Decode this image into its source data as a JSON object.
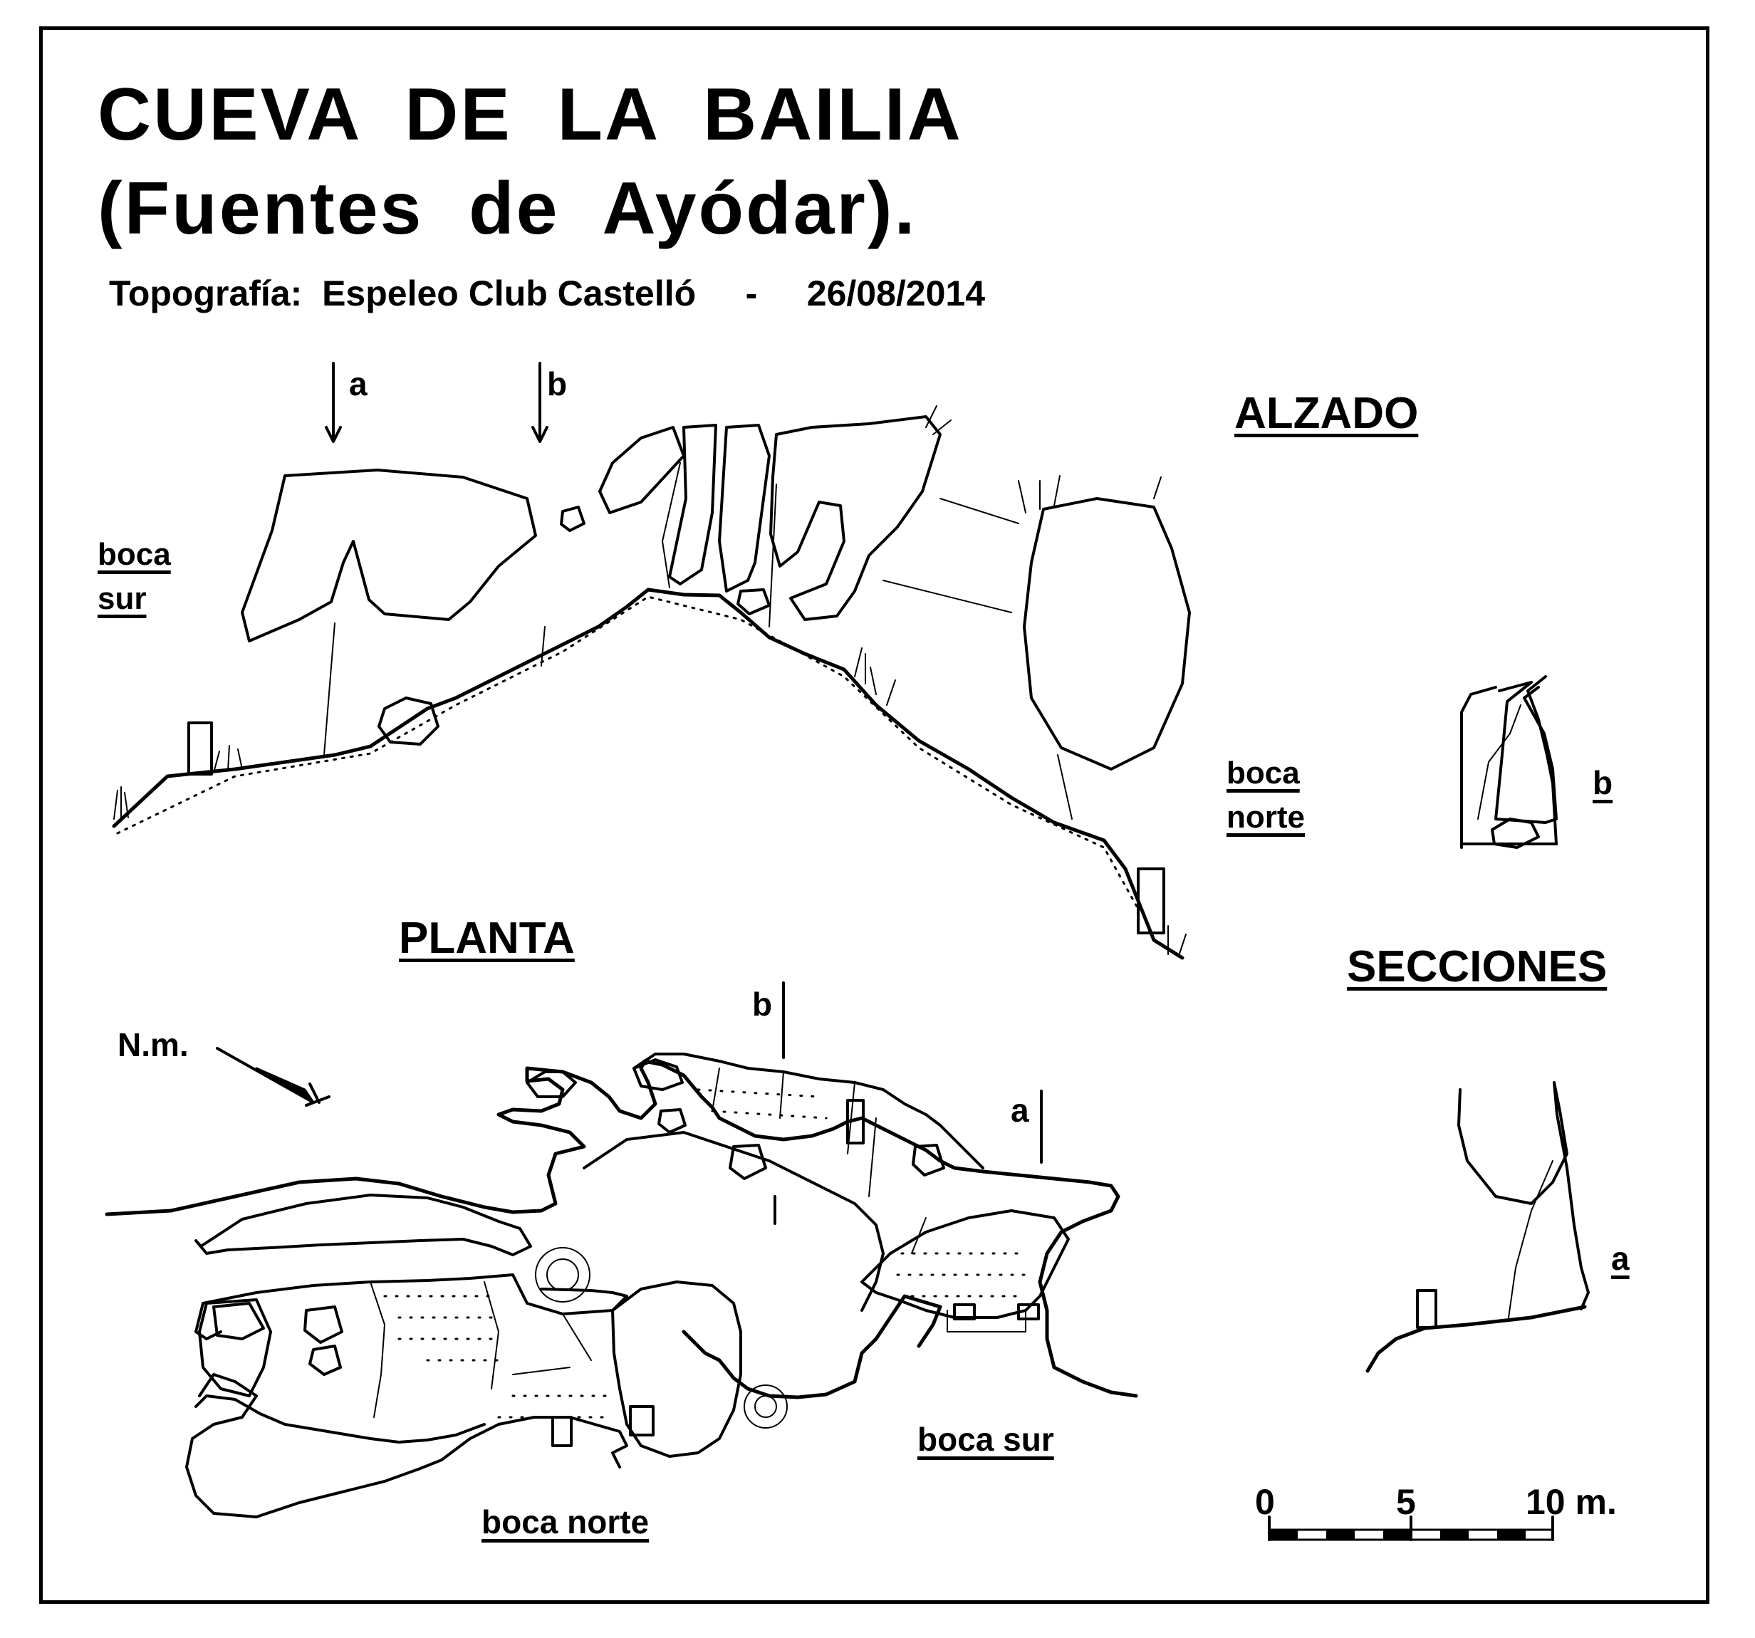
{
  "title": {
    "line1": "CUEVA  DE  LA  BAILIA",
    "line2": "(Fuentes  de  Ayódar)."
  },
  "credits": {
    "label": "Topografía:",
    "author": "Espeleo Club Castelló",
    "separator": "-",
    "date": "26/08/2014"
  },
  "views": {
    "alzado": "ALZADO",
    "planta": "PLANTA",
    "secciones": "SECCIONES"
  },
  "entrances": {
    "boca_sur_line1": "boca",
    "boca_sur_line2": "sur",
    "boca_norte_line1": "boca",
    "boca_norte_line2": "norte",
    "plan_boca_sur": "boca sur",
    "plan_boca_norte": "boca norte"
  },
  "section_marks": {
    "a": "a",
    "b": "b"
  },
  "north_label": "N.m.",
  "scale_bar": {
    "tick_0": "0",
    "tick_5": "5",
    "tick_10": "10 m."
  }
}
